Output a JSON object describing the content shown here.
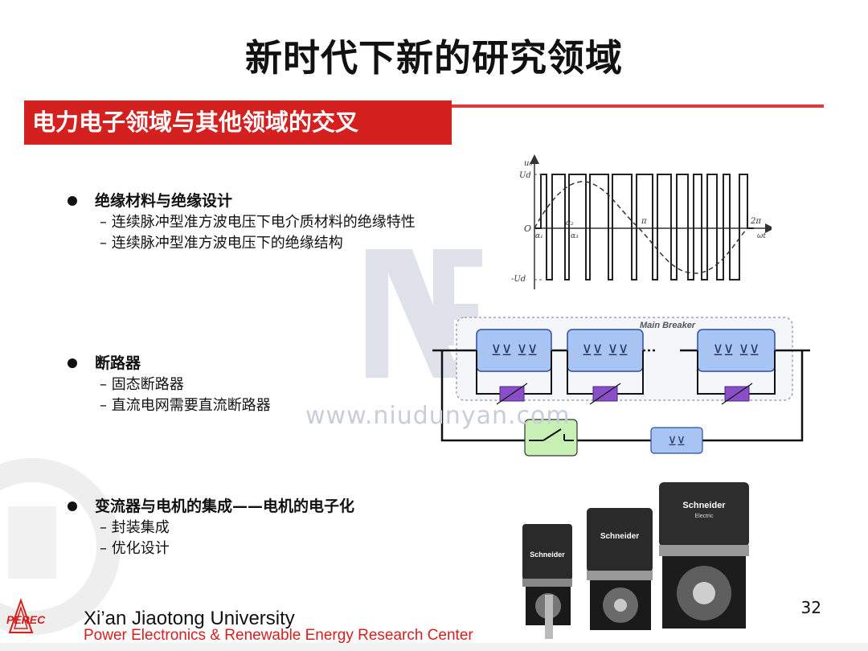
{
  "title": "新时代下新的研究领域",
  "section_banner": "电力电子领域与其他领域的交叉",
  "bullets": [
    {
      "heading": "绝缘材料与绝缘设计",
      "subs": [
        "– 连续脉冲型准方波电压下电介质材料的绝缘特性",
        "– 连续脉冲型准方波电压下的绝缘结构"
      ]
    },
    {
      "heading": "断路器",
      "subs": [
        "– 固态断路器",
        "– 直流电网需要直流断路器"
      ]
    },
    {
      "heading": "变流器与电机的集成——电机的电子化",
      "subs": [
        "– 封装集成",
        "– 优化设计"
      ]
    }
  ],
  "waveform": {
    "y_axis": "u₀",
    "ud": "Ud",
    "neg_ud": "-Ud",
    "origin": "O",
    "alpha1": "α₁",
    "alpha2": "α₂",
    "alpha3": "α₃",
    "pi": "π",
    "two_pi": "2π",
    "x_axis": "ωt"
  },
  "breaker": {
    "label": "Main Breaker"
  },
  "motors": {
    "brand": "Schneider",
    "brand_sub": "Electric"
  },
  "watermark": "www.niudunyan.com",
  "page_number": "32",
  "footer": {
    "logo_text": "PEREC",
    "university": "Xi’an Jiaotong University",
    "center": "Power Electronics & Renewable Energy Research Center"
  },
  "colors": {
    "accent_red": "#d52020",
    "module_blue": "#a8c4f2",
    "varistor_purple": "#8a4fc8",
    "switch_green": "#c8f0b4"
  }
}
